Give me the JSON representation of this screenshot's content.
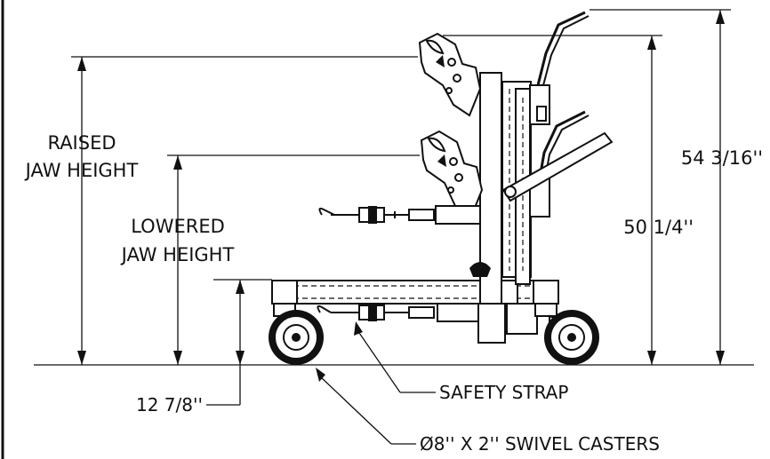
{
  "labels": {
    "raised_jaw_height_line1": "RAISED",
    "raised_jaw_height_line2": "JAW HEIGHT",
    "lowered_jaw_height_line1": "LOWERED",
    "lowered_jaw_height_line2": "JAW HEIGHT",
    "dim_overall": "54 3/16''",
    "dim_raised": "50 1/4''",
    "dim_base": "12 7/8''",
    "safety_strap": "SAFETY STRAP",
    "casters": "Ø8'' X 2'' SWIVEL CASTERS"
  }
}
